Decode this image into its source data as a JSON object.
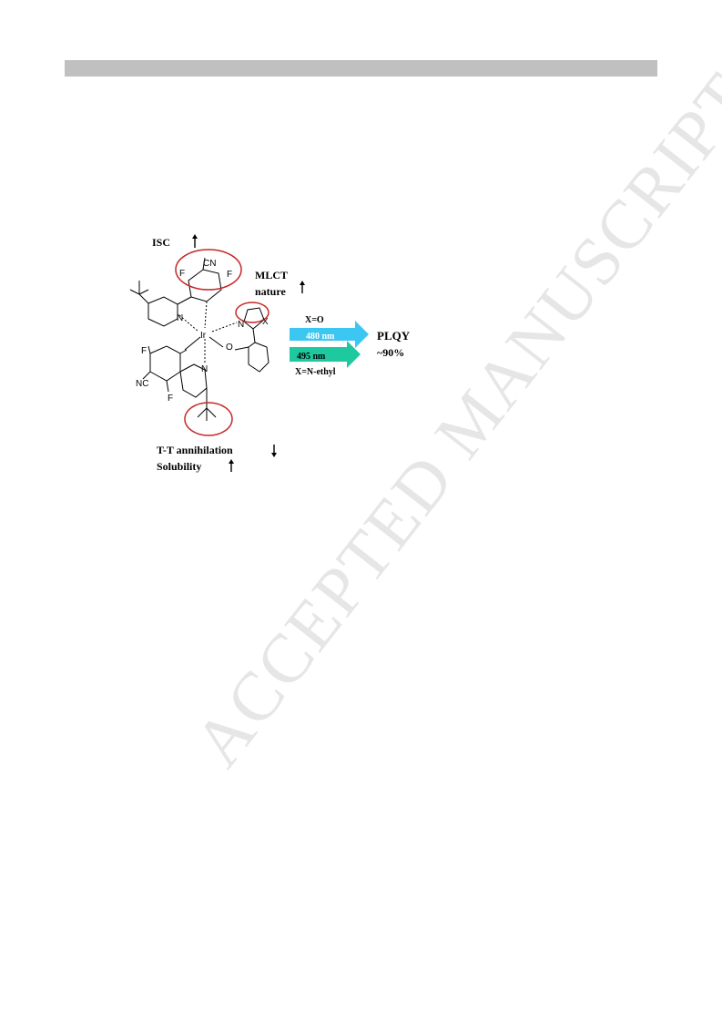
{
  "watermark": "ACCEPTED MANUSCRIPT",
  "graphic": {
    "isc": "ISC",
    "mlct_line1": "MLCT",
    "mlct_line2": "nature",
    "tt": "T-T annihilation",
    "solubility": "Solubility",
    "x_o": "X=O",
    "x_nethyl": "X=N-ethyl",
    "nm_480": "480 nm",
    "nm_495": "495 nm",
    "plqy": "PLQY",
    "plqy_value": "~90%",
    "atom_cn_top": "CN",
    "atom_f1": "F",
    "atom_f2": "F",
    "atom_n1": "N",
    "atom_ir": "Ir",
    "atom_n2": "N",
    "atom_x": "X",
    "atom_o": "O",
    "atom_f3": "F",
    "atom_nc": "NC",
    "atom_f4": "F",
    "atom_n3": "N"
  },
  "colors": {
    "highlight_circle": "#c62828",
    "arrow_480": "#3cc6f2",
    "arrow_495": "#1ec9a0",
    "header_bar": "#c0c0c0"
  }
}
